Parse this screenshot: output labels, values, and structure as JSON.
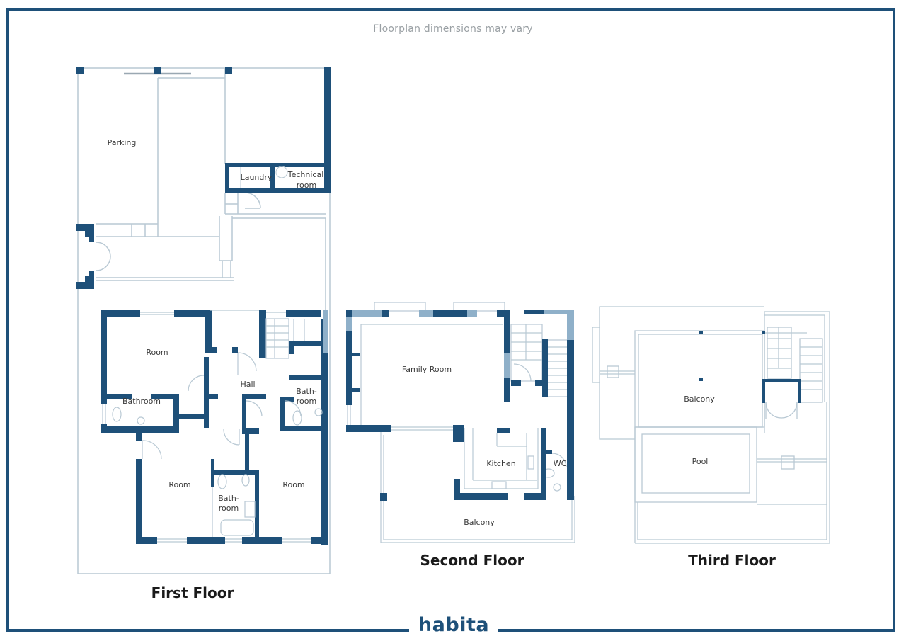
{
  "disclaimer": "Floorplan dimensions may vary",
  "brand": {
    "logo_text": "habita",
    "primary_color": "#1e5079",
    "light_wall_color": "#8fb0c9",
    "line_color": "#b9c9d4"
  },
  "floors": [
    {
      "title": "First Floor",
      "rooms": [
        {
          "label": "Parking"
        },
        {
          "label": "Laundry"
        },
        {
          "label": "Technical room",
          "line1": "Technical",
          "line2": "room"
        },
        {
          "label": "Room"
        },
        {
          "label": "Hall"
        },
        {
          "label": "Bathroom"
        },
        {
          "label": "Bath-room",
          "line1": "Bath-",
          "line2": "room"
        },
        {
          "label": "Room"
        },
        {
          "label": "Bath-room",
          "line1": "Bath-",
          "line2": "room"
        },
        {
          "label": "Room"
        }
      ]
    },
    {
      "title": "Second Floor",
      "rooms": [
        {
          "label": "Family Room"
        },
        {
          "label": "Kitchen"
        },
        {
          "label": "WC"
        },
        {
          "label": "Balcony"
        }
      ]
    },
    {
      "title": "Third Floor",
      "rooms": [
        {
          "label": "Balcony"
        },
        {
          "label": "Pool"
        }
      ]
    }
  ]
}
